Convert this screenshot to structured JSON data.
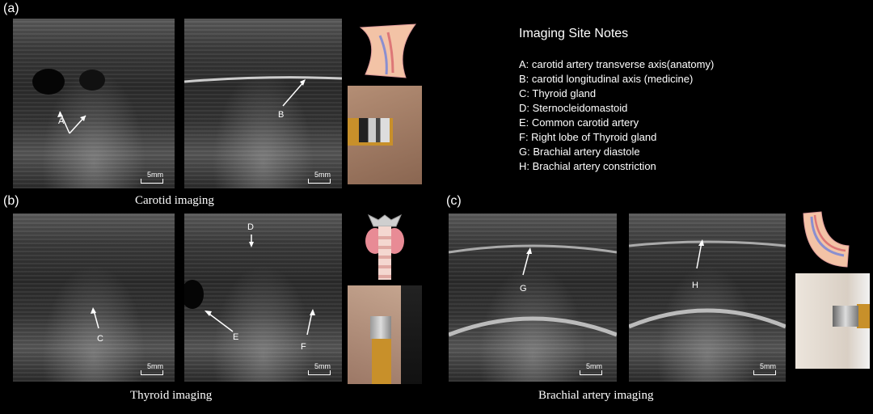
{
  "panels": {
    "a": {
      "label": "(a)",
      "caption": "Carotid imaging",
      "annotations": [
        "A",
        "B"
      ]
    },
    "b": {
      "label": "(b)",
      "caption": "Thyroid imaging",
      "annotations": [
        "C",
        "D",
        "E",
        "F"
      ]
    },
    "c": {
      "label": "(c)",
      "caption": "Brachial artery imaging",
      "annotations": [
        "G",
        "H"
      ]
    }
  },
  "scale_label": "5mm",
  "notes": {
    "title": "Imaging Site Notes",
    "items": [
      "A: carotid artery transverse axis(anatomy)",
      "B: carotid longitudinal axis (medicine)",
      "C: Thyroid gland",
      "D: Sternocleidomastoid",
      "E: Common carotid artery",
      "F: Right lobe of Thyroid gland",
      "G: Brachial artery diastole",
      "H: Brachial artery constriction"
    ]
  },
  "colors": {
    "background": "#000000",
    "skin": "#c9a58c",
    "sensor_tape": "#c8902a"
  }
}
